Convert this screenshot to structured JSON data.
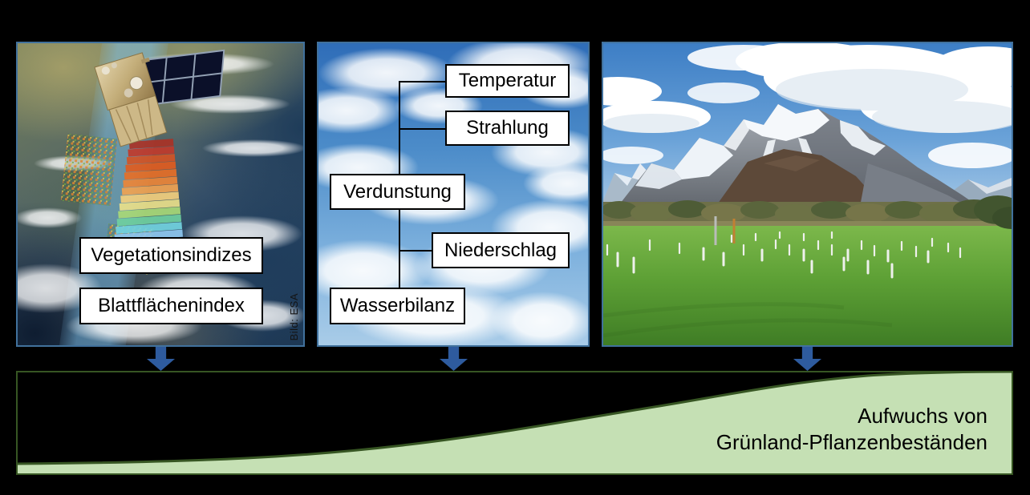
{
  "slide": {
    "background": "#000000"
  },
  "satellite_panel": {
    "credit": "Bild: ESA",
    "labels": {
      "vegetation_index": "Vegetationsindizes",
      "leaf_area_index": "Blattflächenindex"
    },
    "swath_colors": [
      "#a93226",
      "#c0392b",
      "#d35425",
      "#e05c20",
      "#e66f27",
      "#ec8638",
      "#f0a352",
      "#f3cf7e",
      "#e9e08a",
      "#a8d977",
      "#6fcf9f",
      "#72d3df",
      "#8ec7ef",
      "#6e8fd4"
    ]
  },
  "weather_panel": {
    "labels": {
      "temperature": "Temperatur",
      "radiation": "Strahlung",
      "evaporation": "Verdunstung",
      "precipitation": "Niederschlag",
      "water_balance": "Wasserbilanz"
    }
  },
  "growth": {
    "line1": "Aufwuchs von",
    "line2": "Grünland-Pflanzenbeständen"
  },
  "colors": {
    "slide_bg": "#000000",
    "accent_blue": "#2E5B9E",
    "panel_border": "#41719C",
    "label_bg": "#FFFFFF",
    "label_border": "#000000",
    "label_text": "#000000",
    "connector": "#000000",
    "growth_fill": "#C5E0B4",
    "growth_border": "#375623",
    "growth_text": "#000000"
  }
}
